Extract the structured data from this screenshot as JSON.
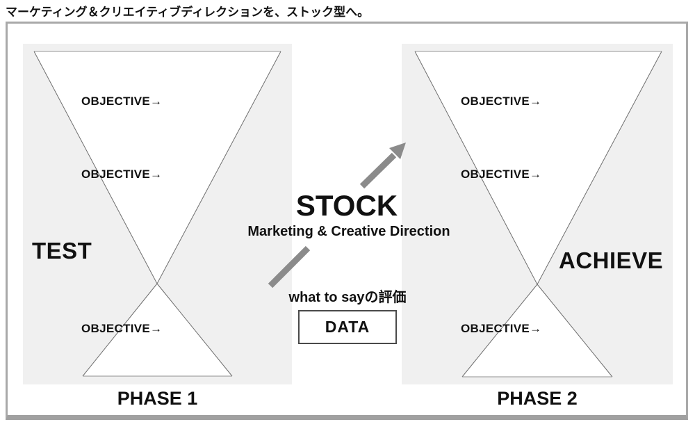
{
  "page_title": "マーケティング＆クリエイティブディレクションを、ストック型へ。",
  "panels": {
    "left": {
      "side_label": "TEST",
      "phase_label": "PHASE 1",
      "objectives": [
        "OBJECTIVE→",
        "OBJECTIVE→",
        "OBJECTIVE→"
      ]
    },
    "right": {
      "side_label": "ACHIEVE",
      "phase_label": "PHASE 2",
      "objectives": [
        "OBJECTIVE→",
        "OBJECTIVE→",
        "OBJECTIVE→"
      ]
    }
  },
  "center": {
    "title": "STOCK",
    "subtitle": "Marketing & Creative Direction",
    "caption": "what to sayの評価",
    "data_box_label": "DATA"
  },
  "icons": {
    "arrow": "diagonal-up-right-arrow"
  },
  "colors": {
    "panel_bg": "#f0f0f0",
    "frame_border": "#a9a9a9",
    "frame_border_bottom": "#a0a0a0",
    "funnel_line": "#6e6e6e",
    "funnel_top_edge": "#b8b8b8",
    "funnel_base_edge": "#909090",
    "arrow": "#8b8b8b",
    "text": "#111111"
  }
}
